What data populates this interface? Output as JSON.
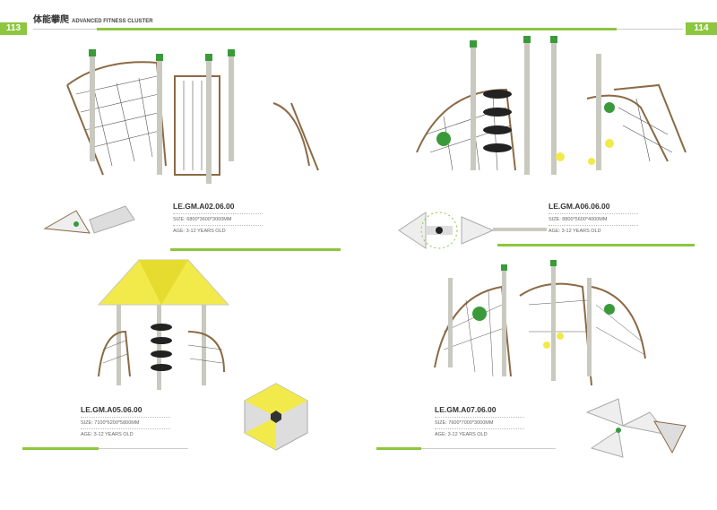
{
  "header": {
    "title_cn": "体能攀爬",
    "title_en": "ADVANCED FITNESS CLUSTER",
    "page_left": "113",
    "page_right": "114"
  },
  "products": [
    {
      "code": "LE.GM.A02.06.00",
      "size": "SIZE: 6800*3600*3000MM",
      "age": "AGE: 3-12 YEARS OLD"
    },
    {
      "code": "LE.GM.A06.06.00",
      "size": "SIZE: 8800*5600*4000MM",
      "age": "AGE: 3-12 YEARS OLD"
    },
    {
      "code": "LE.GM.A05.06.00",
      "size": "SIZE: 7100*6200*5800MM",
      "age": "AGE: 3-12 YEARS OLD"
    },
    {
      "code": "LE.GM.A07.06.00",
      "size": "SIZE: 7600*7000*3000MM",
      "age": "AGE: 3-12 YEARS OLD"
    }
  ],
  "colors": {
    "accent": "#8dc63f",
    "frame": "#8b6a45",
    "post": "#c9c9c0",
    "canopy": "#f2ea4a"
  }
}
